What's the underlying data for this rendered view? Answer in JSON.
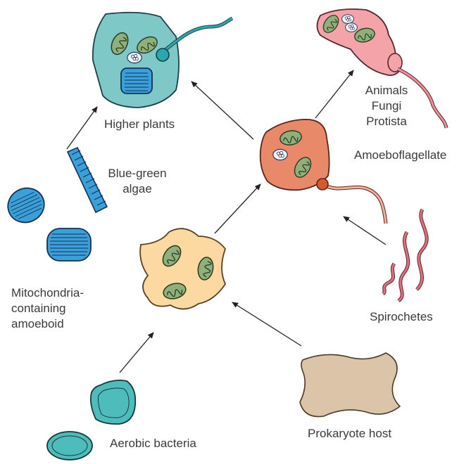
{
  "labels": {
    "higher_plants": "Higher plants",
    "blue_green_1": "Blue-green",
    "blue_green_2": "algae",
    "animals": "Animals",
    "fungi": "Fungi",
    "protista": "Protista",
    "amoeboflagellate": "Amoeboflagellate",
    "mito_1": "Mitochondria-",
    "mito_2": "containing",
    "mito_3": "amoeboid",
    "spirochetes": "Spirochetes",
    "aerobic": "Aerobic bacteria",
    "prokaryote": "Prokaryote host"
  },
  "colors": {
    "plant_cell": "#7fc8c8",
    "animal_cell": "#f4a3a8",
    "amoeboflagellate_cell": "#e8896a",
    "amoeboid_cell": "#fcd9a0",
    "prokaryote": "#dcc4a8",
    "cyanobacteria": "#3aa0d8",
    "aerobic_bacteria": "#4fbcbc",
    "spirochete": "#e0707c",
    "mitochondrion": "#8fb07a",
    "arrow": "#222222"
  }
}
